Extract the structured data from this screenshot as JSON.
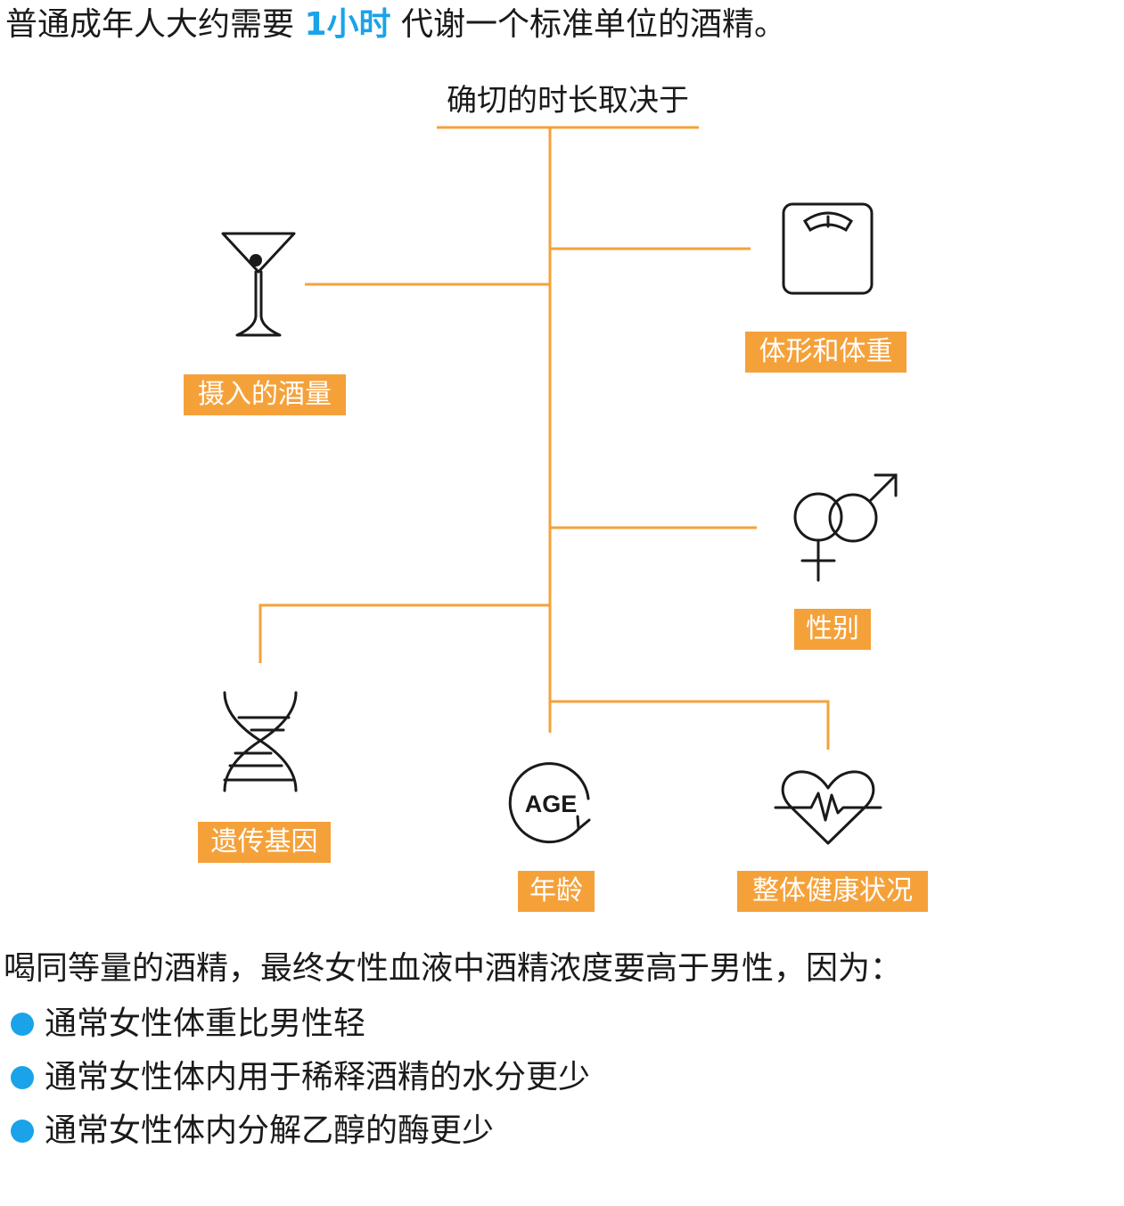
{
  "headline": {
    "prefix": "普通成年人大约需要 ",
    "highlight": "1小时",
    "suffix": " 代谢一个标准单位的酒精。"
  },
  "diagram": {
    "title": "确切的时长取决于",
    "line_color": "#f5a13a",
    "factors": [
      {
        "label": "摄入的酒量",
        "icon": "martini-glass-icon"
      },
      {
        "label": "体形和体重",
        "icon": "bathroom-scale-icon"
      },
      {
        "label": "性别",
        "icon": "gender-symbols-icon"
      },
      {
        "label": "遗传基因",
        "icon": "dna-helix-icon"
      },
      {
        "label": "年龄",
        "icon": "age-cycle-icon",
        "icon_text": "AGE"
      },
      {
        "label": "整体健康状况",
        "icon": "heartbeat-icon"
      }
    ]
  },
  "explanation": {
    "intro": "喝同等量的酒精，最终女性血液中酒精浓度要高于男性，因为：",
    "bullets": [
      "通常女性体重比男性轻",
      "通常女性体内用于稀释酒精的水分更少",
      "通常女性体内分解乙醇的酶更少"
    ],
    "bullet_color": "#1aa3e8"
  }
}
